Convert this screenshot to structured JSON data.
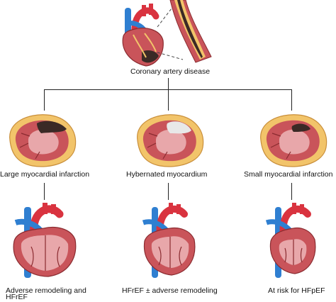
{
  "top": {
    "label": "Coronary artery disease"
  },
  "branches": [
    {
      "mid_label": "Large myocardial infarction",
      "bottom_label_line1": "Adverse remodeling and",
      "bottom_label_line2": "HFrEF"
    },
    {
      "mid_label": "Hybernated myocardium",
      "bottom_label_line1": "HFrEF ± adverse remodeling",
      "bottom_label_line2": ""
    },
    {
      "mid_label": "Small myocardial infarction",
      "bottom_label_line1": "At risk for HFpEF",
      "bottom_label_line2": ""
    }
  ],
  "colors": {
    "myocardium": "#c9545a",
    "myocardium_light": "#e8a7aa",
    "fat": "#f2c46a",
    "fat_outline": "#c98f3b",
    "infarct_dark": "#3b2a26",
    "hibernated": "#e8e8e8",
    "aorta_red": "#d9333f",
    "vessel_blue": "#2f7fd1",
    "connector": "#222222"
  }
}
